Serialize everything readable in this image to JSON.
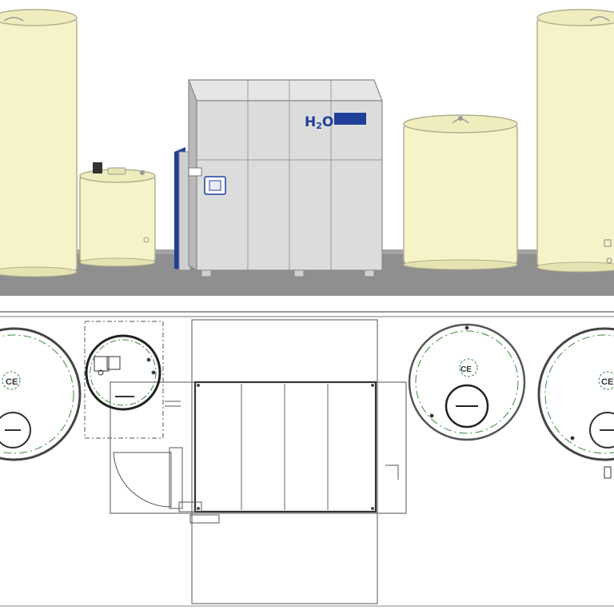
{
  "unit": {
    "brand_text_main": "H",
    "brand_text_sub": "2",
    "brand_text_tail": "O",
    "panel_symbol": "CE"
  },
  "colors": {
    "tank_fill": "#f5f3c8",
    "tank_stroke": "#a9a88a",
    "cabinet_fill": "#dcdcdc",
    "cabinet_stroke": "#8a8a8a",
    "platform": "#8c8c8c",
    "accent_blue": "#1f3f9a",
    "plan_line": "#555555",
    "plan_dash": "#3c8a3c"
  },
  "icons": [
    "ce-mark-icon",
    "valve-icon",
    "manhole-icon",
    "control-panel-icon"
  ]
}
